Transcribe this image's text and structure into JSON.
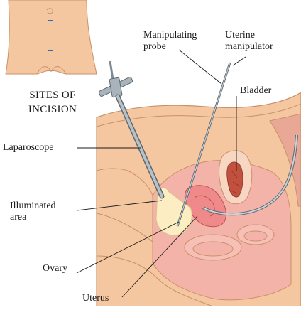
{
  "caption": {
    "line1": "SITES OF",
    "line2": "INCISION"
  },
  "labels": {
    "manipulating_probe_1": "Manipulating",
    "manipulating_probe_2": "probe",
    "uterine_manipulator_1": "Uterine",
    "uterine_manipulator_2": "manipulator",
    "bladder": "Bladder",
    "laparoscope": "Laparoscope",
    "illuminated_area_1": "Illuminated",
    "illuminated_area_2": "area",
    "ovary": "Ovary",
    "uterus": "Uterus"
  },
  "colors": {
    "skin": "#f5c7a0",
    "skin_outline": "#c9906a",
    "tissue_pink": "#f3b3a8",
    "organ_pink": "#f08a8a",
    "organ_dark": "#c2503f",
    "light": "#fdf2c4",
    "incision_mark": "#2a6fb5"
  }
}
